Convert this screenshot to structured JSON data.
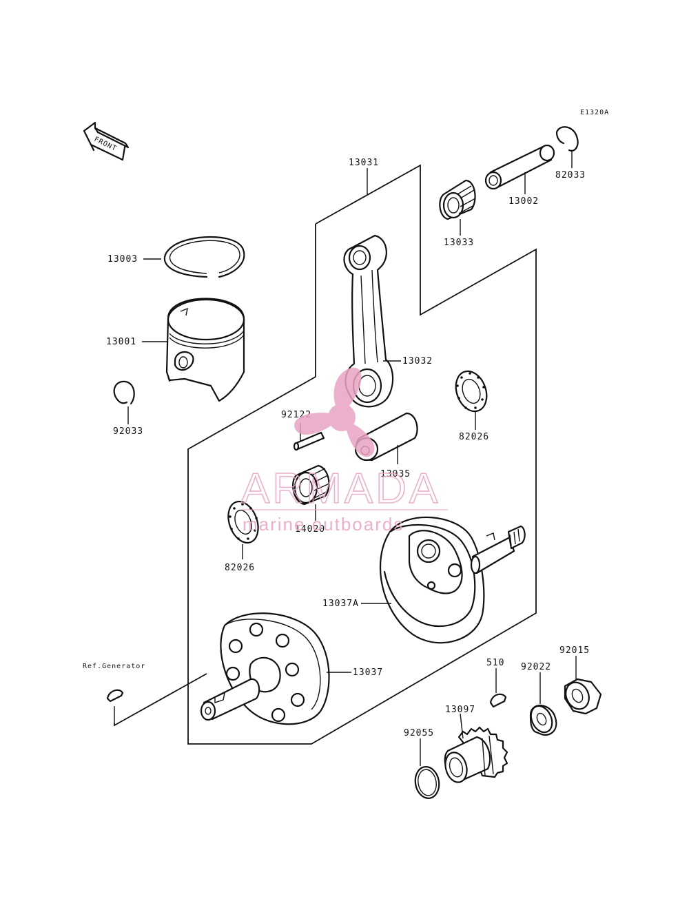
{
  "diagram": {
    "code": "E1320A",
    "front_label": "FRONT",
    "ref_generator": "Ref.Generator",
    "parts": {
      "p13031": "13031",
      "p13002": "13002",
      "p82033_top": "82033",
      "p13033": "13033",
      "p13003": "13003",
      "p13001": "13001",
      "p92033": "92033",
      "p13032": "13032",
      "p82026_right": "82026",
      "p92122": "92122",
      "p13035": "13035",
      "p14020": "14020",
      "p82026_left": "82026",
      "p13037A": "13037A",
      "p13037": "13037",
      "p510": "510",
      "p92022": "92022",
      "p92015": "92015",
      "p13097": "13097",
      "p92055": "92055"
    }
  },
  "watermark": {
    "brand": "ARMADA",
    "tagline": "marine outboards",
    "color": "#e8a3c2"
  }
}
